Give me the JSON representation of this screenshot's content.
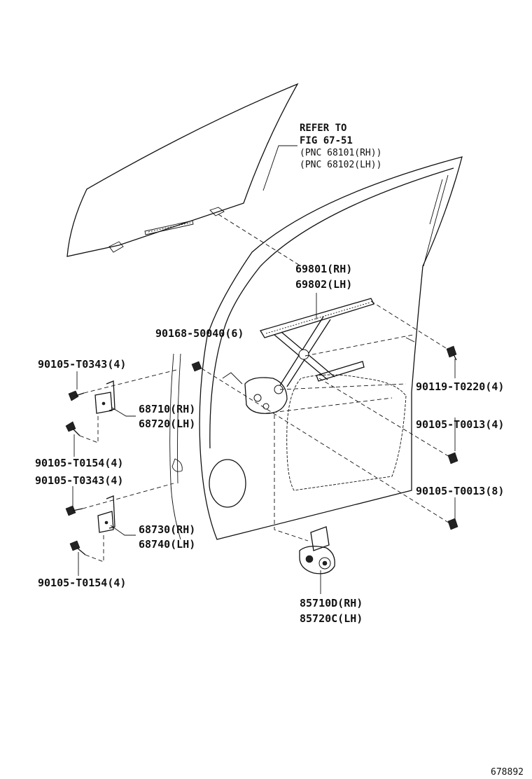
{
  "reference": {
    "line1": "REFER TO",
    "line2": "FIG 67-51",
    "line3": "(PNC 68101(RH))",
    "line4": "(PNC 68102(LH))"
  },
  "parts": {
    "regulator_rh": "69801(RH)",
    "regulator_lh": "69802(LH)",
    "bolt_50040": "90168-50040(6)",
    "bolt_t0343_upper": "90105-T0343(4)",
    "bolt_t0220": "90119-T0220(4)",
    "hinge_upper_rh": "68710(RH)",
    "hinge_upper_lh": "68720(LH)",
    "bolt_t0013_4": "90105-T0013(4)",
    "bolt_t0154_upper": "90105-T0154(4)",
    "bolt_t0343_lower": "90105-T0343(4)",
    "bolt_t0013_8": "90105-T0013(8)",
    "hinge_lower_rh": "68730(RH)",
    "hinge_lower_lh": "68740(LH)",
    "bolt_t0154_lower": "90105-T0154(4)",
    "motor_rh": "85710D(RH)",
    "motor_lh": "85720C(LH)"
  },
  "figure_id": "678892"
}
